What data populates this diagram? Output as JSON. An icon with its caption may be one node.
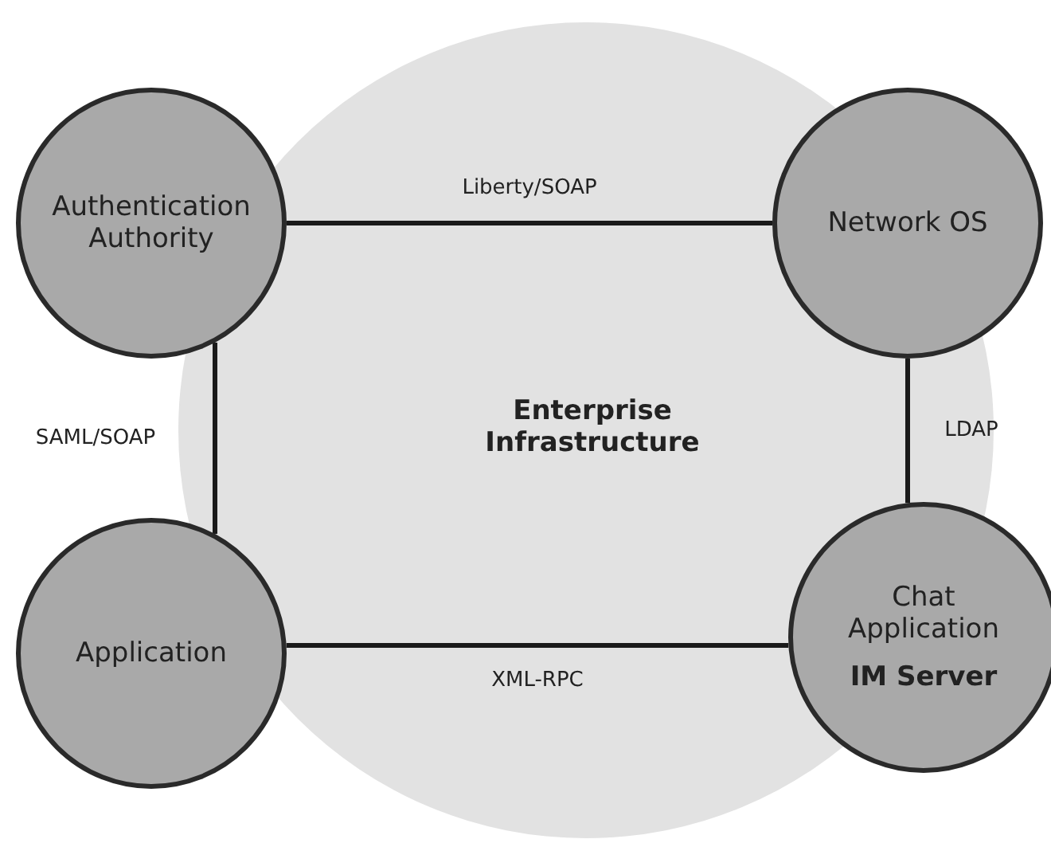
{
  "diagram": {
    "nodes": [
      {
        "text": [
          "Authentication Authority"
        ]
      },
      {
        "text": [
          "Network OS"
        ]
      },
      {
        "text": [
          "Application"
        ]
      },
      {
        "text": [
          "Chat Application",
          "IM Server"
        ]
      }
    ],
    "edges": [
      {
        "from": 0,
        "to": 1,
        "arrow": "none",
        "label": "Liberty/SOAP"
      },
      {
        "from": 0,
        "to": 2,
        "arrow": "none",
        "label": "SAML/SOAP"
      },
      {
        "from": 1,
        "to": 3,
        "arrow": "none",
        "label": "LDAP"
      },
      {
        "from": 2,
        "to": 3,
        "arrow": "none",
        "label": "XML-RPC"
      }
    ],
    "labels": [
      "Enterprise Infrastructure"
    ]
  }
}
